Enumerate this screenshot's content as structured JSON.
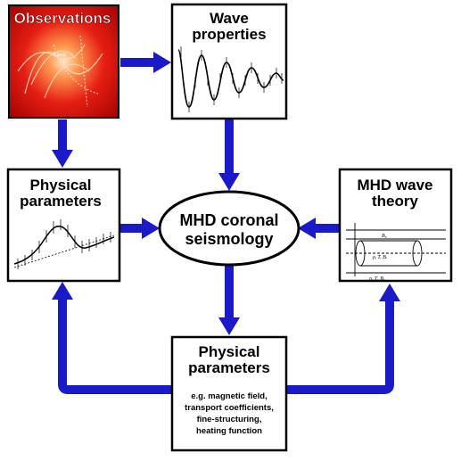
{
  "nodes": {
    "observations": {
      "title": "Observations",
      "image_label": "Flare"
    },
    "wave_properties": {
      "title_line1": "Wave",
      "title_line2": "properties"
    },
    "physical_parameters_left": {
      "title_line1": "Physical",
      "title_line2": "parameters"
    },
    "mhd_wave_theory": {
      "title_line1": "MHD wave",
      "title_line2": "theory",
      "tube_labels": {
        "top_field": "B₀",
        "inner": "ρᵢ  Tᵢ  Bᵢ",
        "outer": "ρₑ  Tₑ  Bₑ"
      }
    },
    "center": {
      "line1": "MHD coronal",
      "line2": "seismology"
    },
    "physical_parameters_bottom": {
      "title_line1": "Physical",
      "title_line2": "parameters",
      "details": [
        "e.g. magnetic field,",
        "transport coefficients,",
        "fine-structuring,",
        "heating function"
      ]
    }
  },
  "colors": {
    "arrow": "#1a1ac8",
    "observation_bg": "#d81010",
    "observation_glow": "#ffd0a0"
  }
}
